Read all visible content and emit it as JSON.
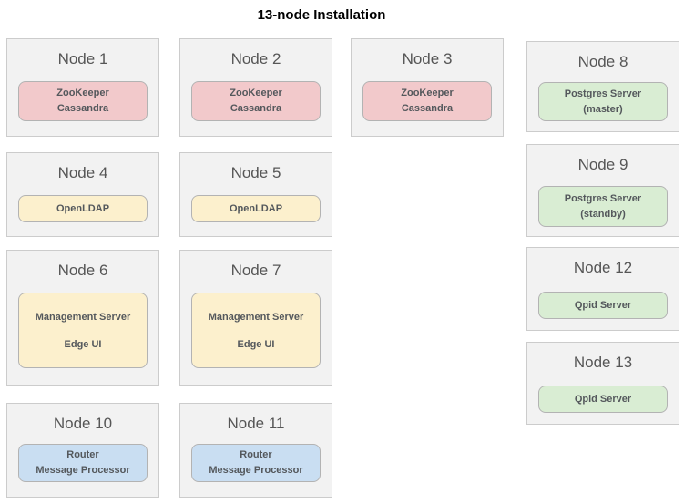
{
  "title": "13-node Installation",
  "colors": {
    "page_bg": "#ffffff",
    "card_bg": "#f2f2f2",
    "card_border": "#cccccc",
    "pill_border": "#b3b3b3",
    "zookeeper_cassandra_fill": "#f2c9cb",
    "openldap_fill": "#fcf0cd",
    "management_server_fill": "#fcf0cd",
    "postgres_fill": "#d9edd3",
    "qpid_fill": "#d9edd3",
    "router_fill": "#c9def2",
    "title_text": "#000000",
    "node_title_text": "#565656",
    "component_text": "#54585c"
  },
  "nodes": {
    "n1": {
      "title": "Node 1",
      "components": [
        "ZooKeeper",
        "Cassandra"
      ]
    },
    "n2": {
      "title": "Node 2",
      "components": [
        "ZooKeeper",
        "Cassandra"
      ]
    },
    "n3": {
      "title": "Node 3",
      "components": [
        "ZooKeeper",
        "Cassandra"
      ]
    },
    "n4": {
      "title": "Node 4",
      "components": [
        "OpenLDAP"
      ]
    },
    "n5": {
      "title": "Node 5",
      "components": [
        "OpenLDAP"
      ]
    },
    "n6": {
      "title": "Node 6",
      "components": [
        "Management Server",
        "Edge UI"
      ]
    },
    "n7": {
      "title": "Node 7",
      "components": [
        "Management Server",
        "Edge UI"
      ]
    },
    "n8": {
      "title": "Node 8",
      "components": [
        "Postgres Server",
        "(master)"
      ]
    },
    "n9": {
      "title": "Node 9",
      "components": [
        "Postgres Server",
        "(standby)"
      ]
    },
    "n10": {
      "title": "Node 10",
      "components": [
        "Router",
        "Message Processor"
      ]
    },
    "n11": {
      "title": "Node 11",
      "components": [
        "Router",
        "Message Processor"
      ]
    },
    "n12": {
      "title": "Node 12",
      "components": [
        "Qpid Server"
      ]
    },
    "n13": {
      "title": "Node 13",
      "components": [
        "Qpid Server"
      ]
    }
  }
}
